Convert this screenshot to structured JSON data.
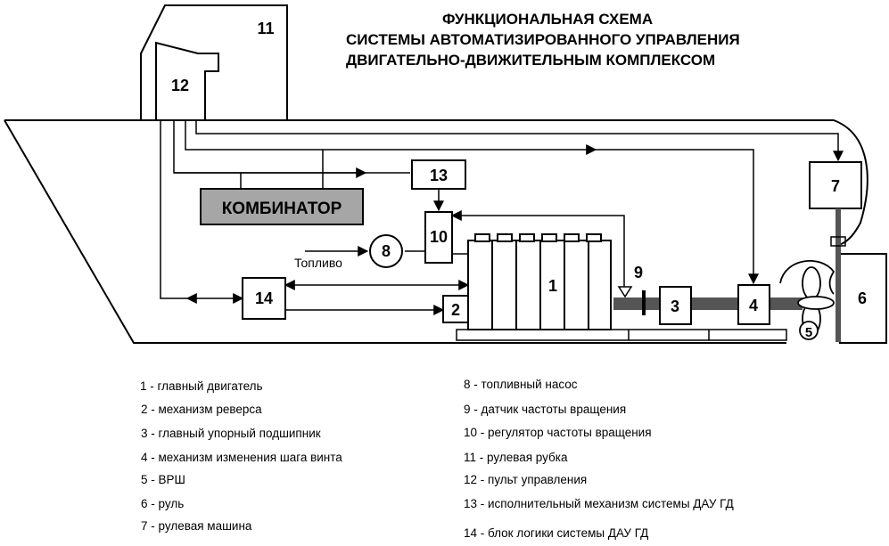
{
  "title": {
    "line1": "ФУНКЦИОНАЛЬНАЯ  СХЕМА",
    "line2": "СИСТЕМЫ АВТОМАТИЗИРОВАННОГО УПРАВЛЕНИЯ",
    "line3": "ДВИГАТЕЛЬНО-ДВИЖИТЕЛЬНЫМ КОМПЛЕКСОМ"
  },
  "nodes": {
    "n1": "1",
    "n2": "2",
    "n3": "3",
    "n4": "4",
    "n5": "5",
    "n6": "6",
    "n7": "7",
    "n8": "8",
    "n9": "9",
    "n10": "10",
    "n11": "11",
    "n12": "12",
    "n13": "13",
    "n14": "14",
    "combinator": "КОМБИНАТОР",
    "fuel": "Топливо"
  },
  "legend": {
    "left": [
      "1 - главный двигатель",
      "2 - механизм реверса",
      "3 - главный упорный подшипник",
      "4 - механизм изменения шага винта",
      "5 - ВРШ",
      "6 - руль",
      "7 - рулевая машина"
    ],
    "right": [
      "8 - топливный насос",
      "9 - датчик частоты вращения",
      "10 - регулятор частоты вращения",
      "11 - рулевая рубка",
      "12 - пульт управления",
      "13 - исполнительный механизм системы ДАУ ГД",
      "14 - блок логики системы ДАУ ГД"
    ]
  },
  "colors": {
    "line": "#000000",
    "combinator_fill": "#a6a6a6",
    "shaft": "#555555"
  }
}
